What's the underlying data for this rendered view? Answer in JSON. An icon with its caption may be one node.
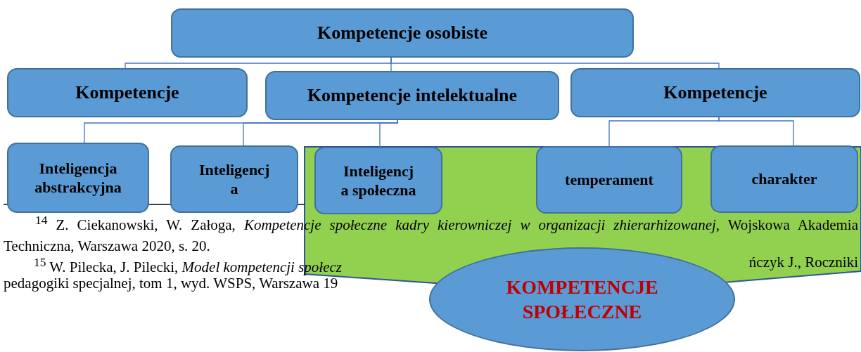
{
  "diagram": {
    "nodes": [
      {
        "text": [
          "Kompetencje osobiste"
        ]
      },
      {
        "text": [
          "Kompetencje"
        ]
      },
      {
        "text": [
          "Kompetencje intelektualne"
        ]
      },
      {
        "text": [
          "Kompetencje"
        ]
      },
      {
        "text": [
          "Inteligencja abstrakcyjna"
        ]
      },
      {
        "text": [
          "Inteligencj a"
        ]
      },
      {
        "text": [
          "Inteligencj a społeczna"
        ]
      },
      {
        "text": [
          "temperament"
        ]
      },
      {
        "text": [
          "charakter"
        ]
      },
      {
        "text": [
          "KOMPETENCJE SPOŁECZNE"
        ]
      }
    ],
    "edges": [
      {
        "from": 0,
        "to": 1,
        "arrow": "none"
      },
      {
        "from": 0,
        "to": 2,
        "arrow": "none"
      },
      {
        "from": 0,
        "to": 3,
        "arrow": "none"
      },
      {
        "from": 2,
        "to": 4,
        "arrow": "none"
      },
      {
        "from": 2,
        "to": 5,
        "arrow": "none"
      },
      {
        "from": 2,
        "to": 6,
        "arrow": "none"
      },
      {
        "from": 3,
        "to": 7,
        "arrow": "none"
      },
      {
        "from": 3,
        "to": 8,
        "arrow": "none"
      }
    ],
    "labels": [
      "$^{14}$ Z. Ciekanowski, W. Załoga, *Kompetencje społeczne kadry kierowniczej w organizacji zhierarhizowanej*, Wojskowa Akademia Techniczna, Warszawa 2020, s. 20.",
      "$^{15}$ W. Pilecka, J. Pilecki, *Model kompetencji społecz*",
      "ńczyk J., Roczniki",
      "pedagogiki specjalnej, tom 1, wyd. WSPS, Warszawa 19"
    ]
  }
}
